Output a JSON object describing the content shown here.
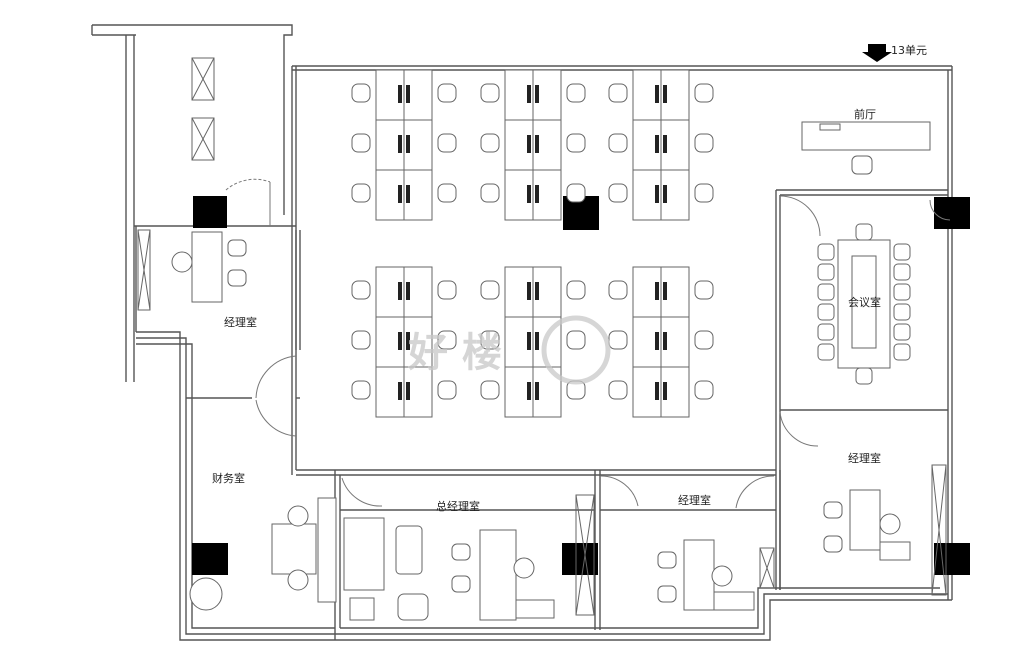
{
  "labels": {
    "unit13": "13单元",
    "lobby": "前厅",
    "meeting_room": "会议室",
    "manager_room_left": "经理室",
    "manager_room_right": "经理室",
    "manager_room_bottom": "经理室",
    "general_manager_room": "总经理室",
    "finance_room": "财务室"
  },
  "watermark": {
    "text": "好 楼"
  },
  "colors": {
    "wall": "#555555",
    "column": "#000000",
    "furniture": "#666666",
    "chair_fill": "#ffffff"
  }
}
